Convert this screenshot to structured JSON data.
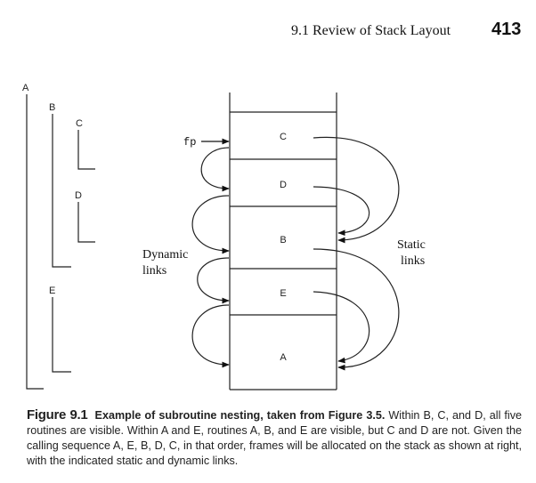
{
  "header": {
    "running_head": "9.1 Review of Stack Layout",
    "page_number": "413"
  },
  "figure": {
    "nesting_labels": {
      "a": "A",
      "b": "B",
      "c": "C",
      "d": "D",
      "e": "E"
    },
    "stack_frames": [
      "C",
      "D",
      "B",
      "E",
      "A"
    ],
    "frame_pointer_label": "fp",
    "dynamic_links_label": [
      "Dynamic",
      "links"
    ],
    "static_links_label": [
      "Static",
      "links"
    ]
  },
  "caption": {
    "label": "Figure 9.1",
    "title": "Example of subroutine nesting, taken from Figure 3.5.",
    "body": "Within B, C, and D, all five routines are visible. Within A and E, routines A, B, and E are visible, but C and D are not. Given the calling sequence A, E, B, D, C, in that order, frames will be allocated on the stack as shown at right, with the indicated static and dynamic links."
  }
}
